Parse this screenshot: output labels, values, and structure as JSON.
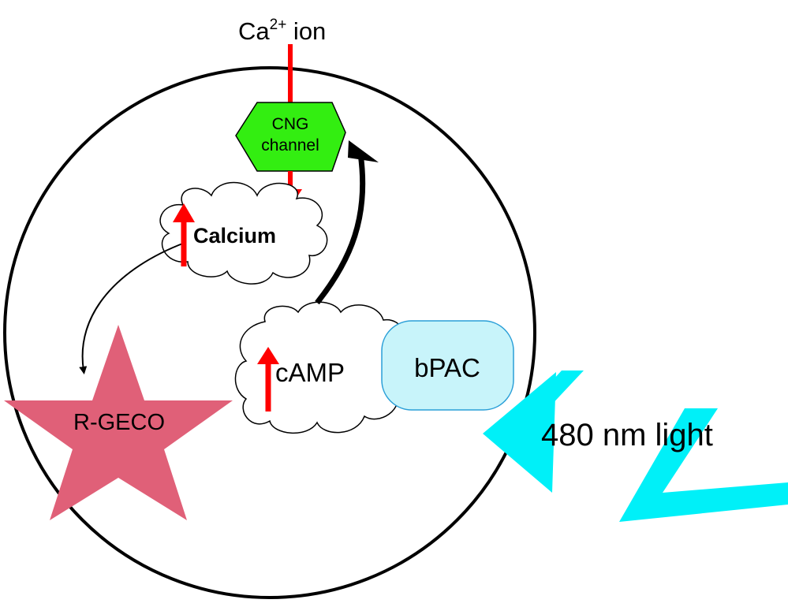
{
  "labels": {
    "ion": "Ca",
    "ion_superscript": "2+",
    "ion_suffix": " ion",
    "channel_line1": "CNG",
    "channel_line2": "channel",
    "calcium": "Calcium",
    "camp": "cAMP",
    "bpac": "bPAC",
    "rgeco": "R-GECO",
    "light": "480 nm light"
  },
  "colors": {
    "channel_fill": "#33ee11",
    "red_arrow": "#ff0000",
    "bpac_fill": "#c8f4fa",
    "bpac_stroke": "#2a9fd8",
    "star_fill": "#e06078",
    "light_bolt": "#00f0f8",
    "outline": "#000000"
  }
}
